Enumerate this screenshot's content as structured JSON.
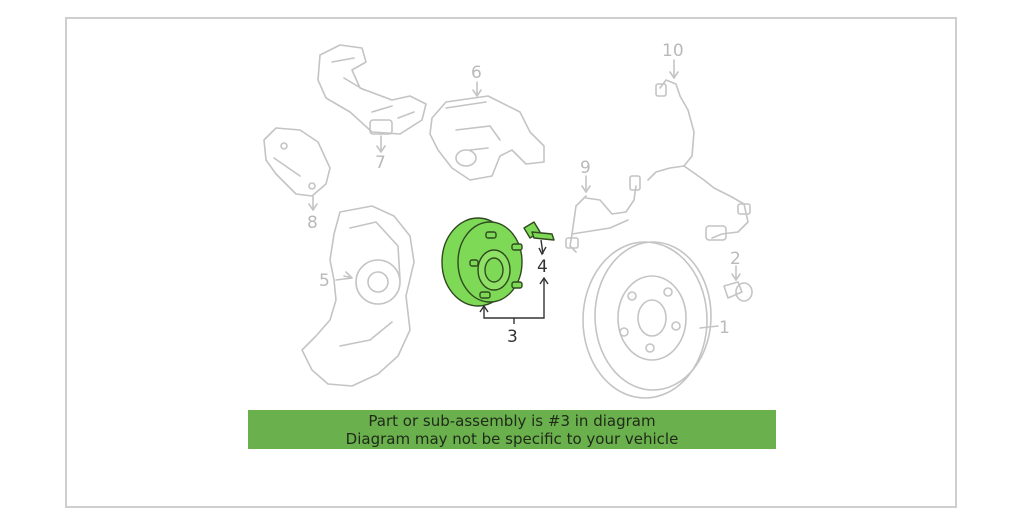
{
  "callouts": {
    "c1": "1",
    "c2": "2",
    "c3": "3",
    "c4": "4",
    "c5": "5",
    "c6": "6",
    "c7": "7",
    "c8": "8",
    "c9": "9",
    "c10": "10"
  },
  "banner": {
    "line1": "Part or sub-assembly is #3 in diagram",
    "line2": "Diagram may not be specific to your vehicle"
  },
  "colors": {
    "highlight": "#7ed957",
    "banner": "#6ab04c",
    "faded_line": "#c4c4c4"
  }
}
